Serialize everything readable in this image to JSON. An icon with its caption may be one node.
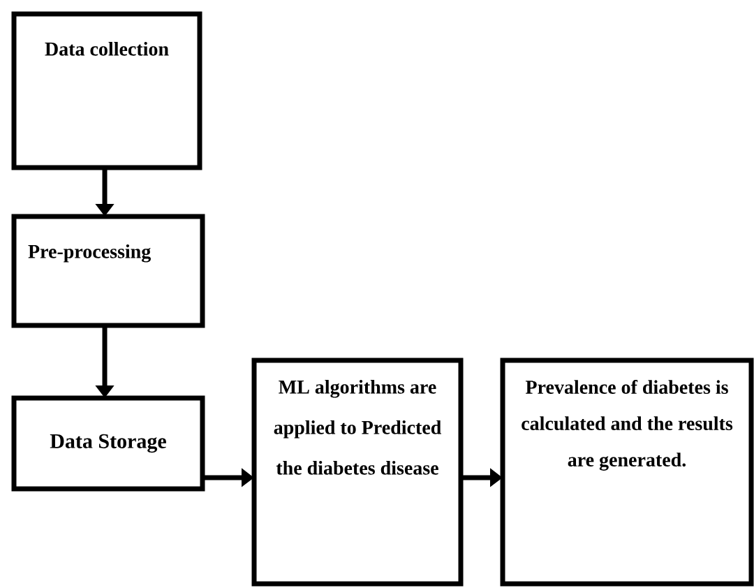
{
  "diagram": {
    "nodes": [
      {
        "text": [
          "Data collection"
        ]
      },
      {
        "text": [
          "Pre-processing"
        ]
      },
      {
        "text": [
          "Data Storage"
        ]
      },
      {
        "text": [
          "ML algorithms are applied to Predicted the diabetes disease"
        ]
      },
      {
        "text": [
          "Prevalence of diabetes is calculated and the results are generated."
        ]
      }
    ],
    "edges": [
      {
        "from": 0,
        "to": 1,
        "arrow": "to"
      },
      {
        "from": 1,
        "to": 2,
        "arrow": "to"
      },
      {
        "from": 2,
        "to": 3,
        "arrow": "to"
      },
      {
        "from": 3,
        "to": 4,
        "arrow": "to"
      }
    ]
  }
}
